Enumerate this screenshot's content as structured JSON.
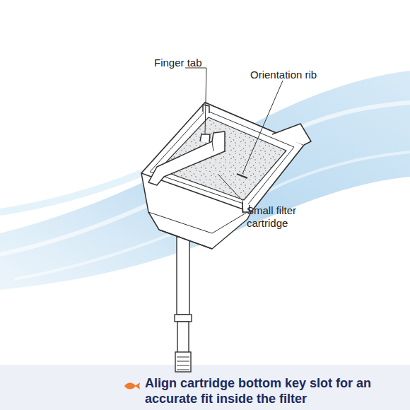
{
  "diagram": {
    "caption": "Align cartridge bottom key slot for an accurate fit inside the filter",
    "labels": [
      "Finger tab",
      "Orientation rib",
      "Small filter cartridge"
    ]
  }
}
